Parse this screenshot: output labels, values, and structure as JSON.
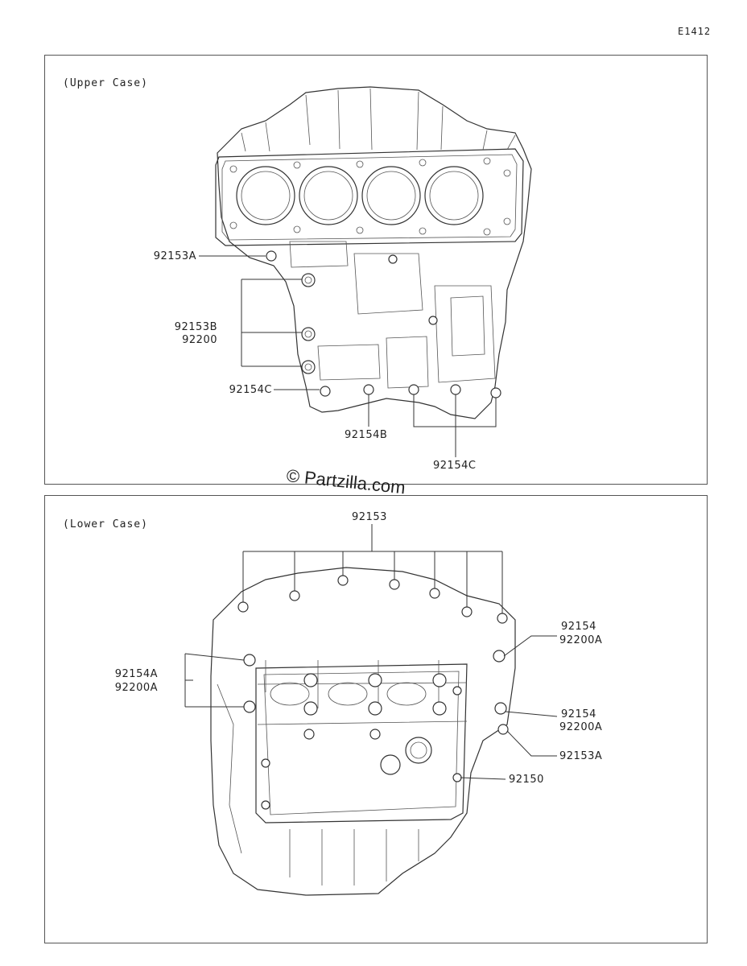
{
  "diagram_ref": "E1412",
  "watermark": "© Partzilla.com",
  "upper": {
    "title": "(Upper Case)",
    "labels": {
      "l1": "92153A",
      "l2a": "92153B",
      "l2b": "92200",
      "l3": "92154C",
      "l4": "92154B",
      "l5": "92154C"
    }
  },
  "lower": {
    "title": "(Lower Case)",
    "labels": {
      "top": "92153",
      "r1a": "92154",
      "r1b": "92200A",
      "l1a": "92154A",
      "l1b": "92200A",
      "r2a": "92154",
      "r2b": "92200A",
      "r3": "92153A",
      "r4": "92150"
    }
  }
}
